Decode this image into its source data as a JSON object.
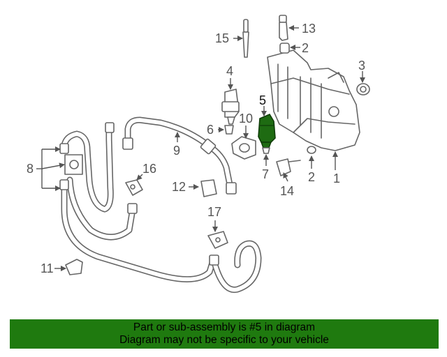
{
  "callouts": {
    "c1": "1",
    "c2a": "2",
    "c2b": "2",
    "c3": "3",
    "c4": "4",
    "c5": "5",
    "c6": "6",
    "c7": "7",
    "c8": "8",
    "c9": "9",
    "c10": "10",
    "c11": "11",
    "c12": "12",
    "c13": "13",
    "c14": "14",
    "c15": "15",
    "c16": "16",
    "c17": "17"
  },
  "highlighted_part": "5",
  "colors": {
    "highlight_part": "#1e6b12",
    "banner_background": "#1f7a0f",
    "line_art": "#666666"
  },
  "banner": {
    "line1": "Part or sub-assembly is #5 in diagram",
    "line2": "Diagram may not be specific to your vehicle"
  }
}
